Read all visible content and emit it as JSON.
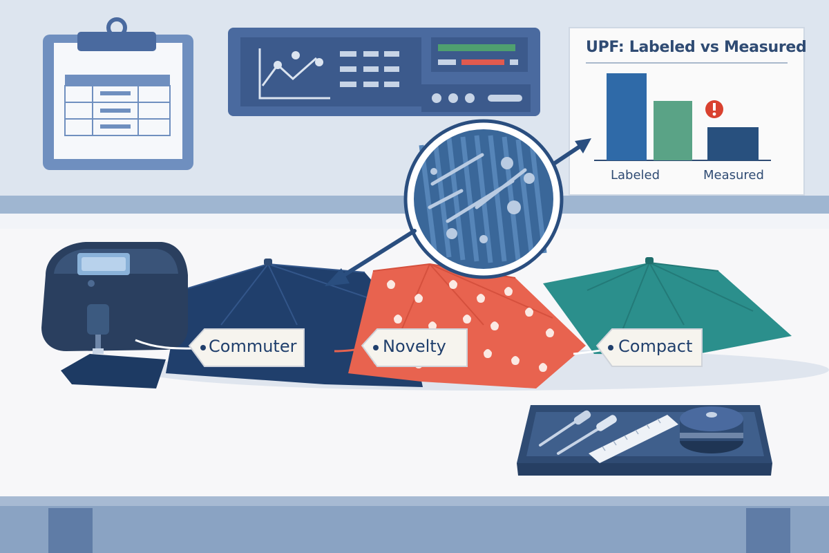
{
  "chart": {
    "title": "UPF: Labeled vs Measured",
    "categories": [
      "Labeled",
      "Measured"
    ],
    "alert_icon": "exclamation-icon"
  },
  "tags": {
    "commuter": "Commuter",
    "novelty": "Novelty",
    "compact": "Compact"
  },
  "colors": {
    "navy": "#203f6c",
    "coral": "#e8634f",
    "teal": "#2b8f8c",
    "bar_blue": "#2f6aa8",
    "bar_green": "#5aa386",
    "bar_dark": "#28507e",
    "alert_red": "#d9412f"
  }
}
